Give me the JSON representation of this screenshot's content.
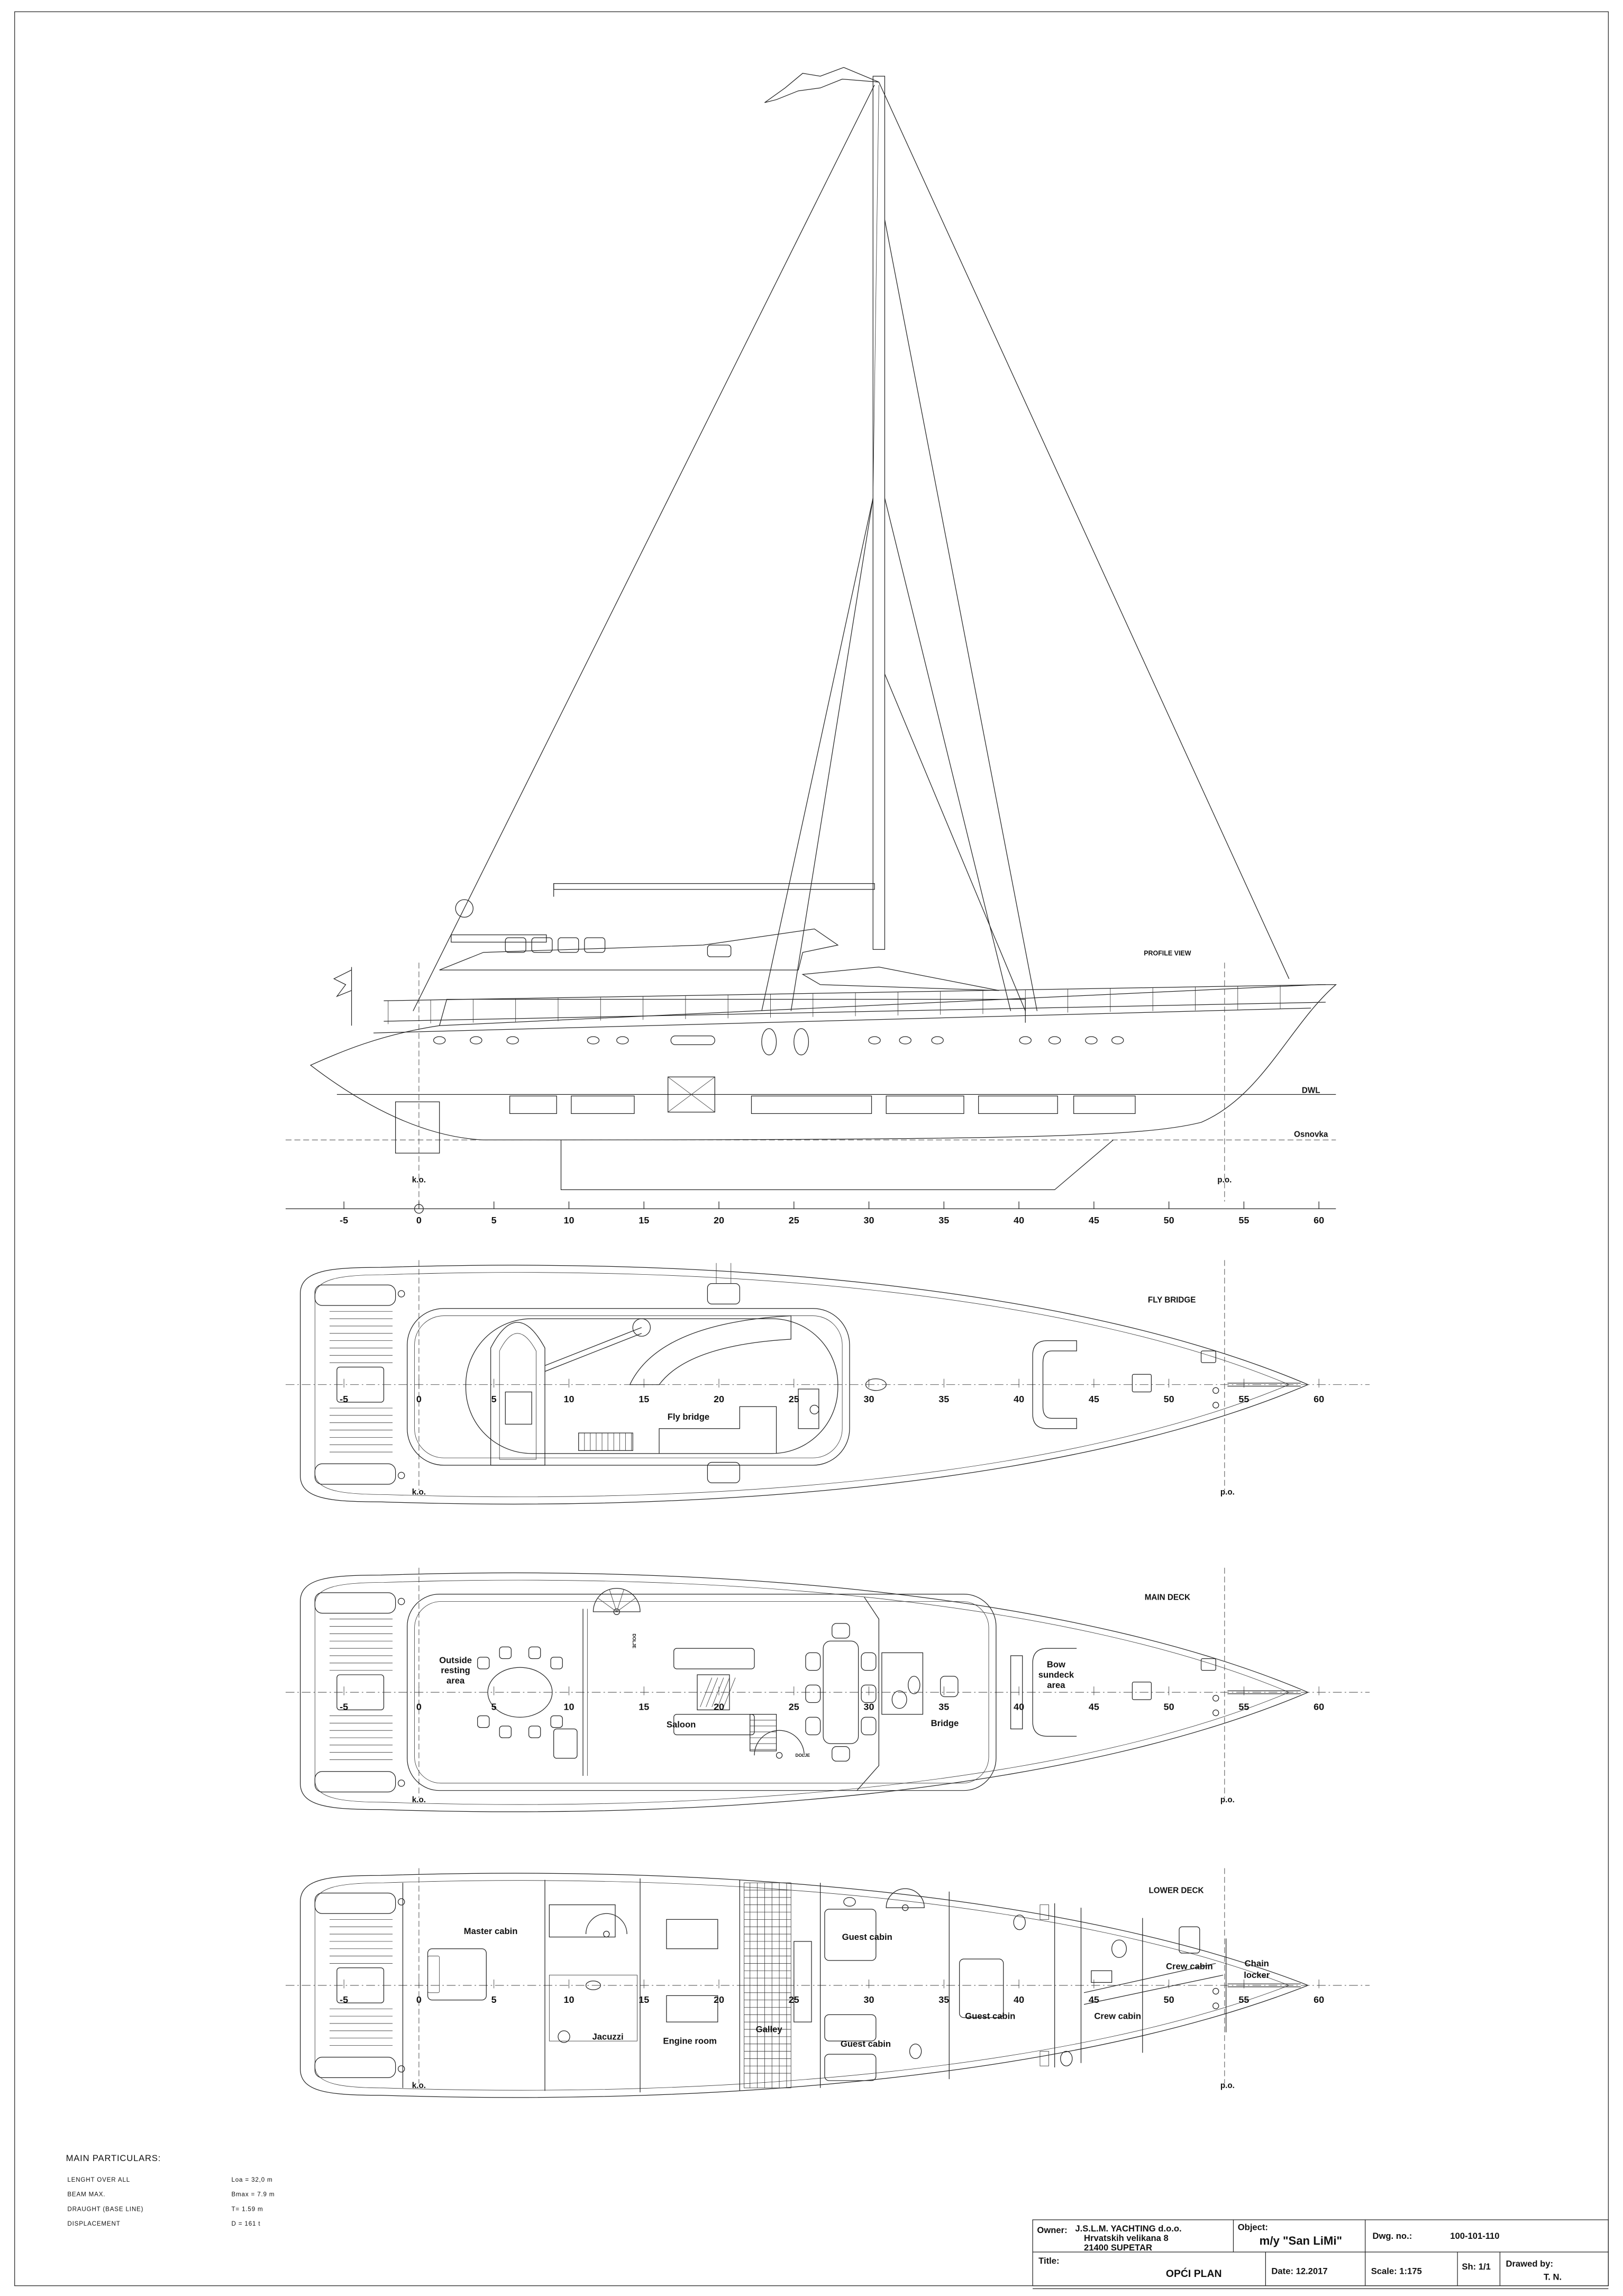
{
  "frame_numbers": [
    "-5",
    "0",
    "5",
    "10",
    "15",
    "20",
    "25",
    "30",
    "35",
    "40",
    "45",
    "50",
    "55",
    "60"
  ],
  "perpendiculars": {
    "aft": "k.o.",
    "fwd": "p.o."
  },
  "profile": {
    "title": "PROFILE VIEW",
    "waterline": "DWL",
    "baseline": "Osnovka"
  },
  "fly_bridge": {
    "title": "FLY BRIDGE",
    "rooms": {
      "fly_bridge": "Fly bridge"
    }
  },
  "main_deck": {
    "title": "MAIN DECK",
    "rooms": {
      "outside_resting_area": [
        "Outside",
        "resting",
        "area"
      ],
      "saloon": "Saloon",
      "bridge": "Bridge",
      "bow_sundeck_area": [
        "Bow",
        "sundeck",
        "area"
      ]
    },
    "stair_note": "DOLJE"
  },
  "lower_deck": {
    "title": "LOWER DECK",
    "rooms": {
      "master_cabin": "Master cabin",
      "jacuzzi": "Jacuzzi",
      "engine_room": "Engine room",
      "galley": "Galley",
      "guest_cabin_1": "Guest cabin",
      "guest_cabin_2": "Guest cabin",
      "guest_cabin_3": "Guest cabin",
      "crew_cabin_1": "Crew cabin",
      "crew_cabin_2": "Crew cabin",
      "chain_locker": [
        "Chain",
        "locker"
      ]
    }
  },
  "particulars": {
    "heading": "MAIN PARTICULARS:",
    "rows": [
      {
        "label": "LENGHT OVER ALL",
        "value": "Loa =   32,0  m"
      },
      {
        "label": "BEAM MAX.",
        "value": "Bmax =   7.9  m"
      },
      {
        "label": "DRAUGHT (BASE LINE)",
        "value": "T=   1.59  m"
      },
      {
        "label": "DISPLACEMENT",
        "value": "D =    161  t"
      }
    ]
  },
  "title_block": {
    "owner_label": "Owner:",
    "owner_lines": [
      "J.S.L.M. YACHTING  d.o.o.",
      "Hrvatskih velikana 8",
      "21400 SUPETAR"
    ],
    "object_label": "Object:",
    "object_value": "m/y \"San LiMi\"",
    "dwg_label": "Dwg. no.:",
    "dwg_value": "100-101-110",
    "title_label": "Title:",
    "title_value": "OPĆI PLAN",
    "date": "Date: 12.2017",
    "scale": "Scale: 1:175",
    "sheet": "Sh: 1/1",
    "drawn_label": "Drawed by:",
    "drawn_value": "T. N."
  }
}
